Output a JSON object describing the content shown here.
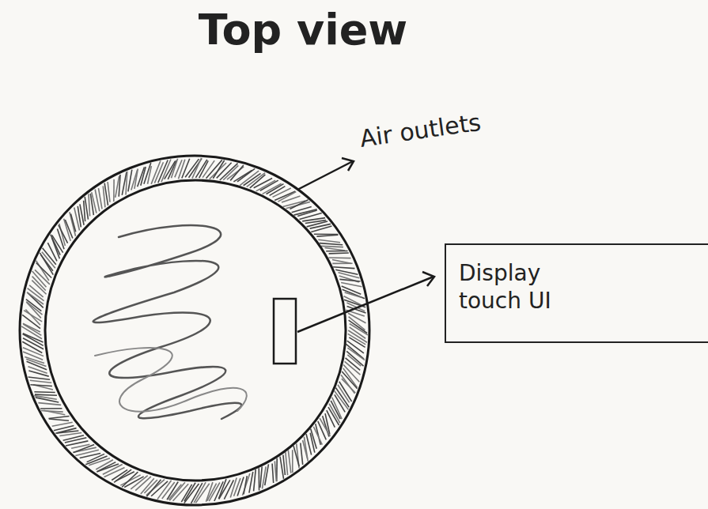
{
  "diagram": {
    "title": "Top view",
    "nodes": [
      {
        "text": [
          "Display touch UI"
        ]
      }
    ],
    "labels": [
      "Air outlets"
    ]
  }
}
